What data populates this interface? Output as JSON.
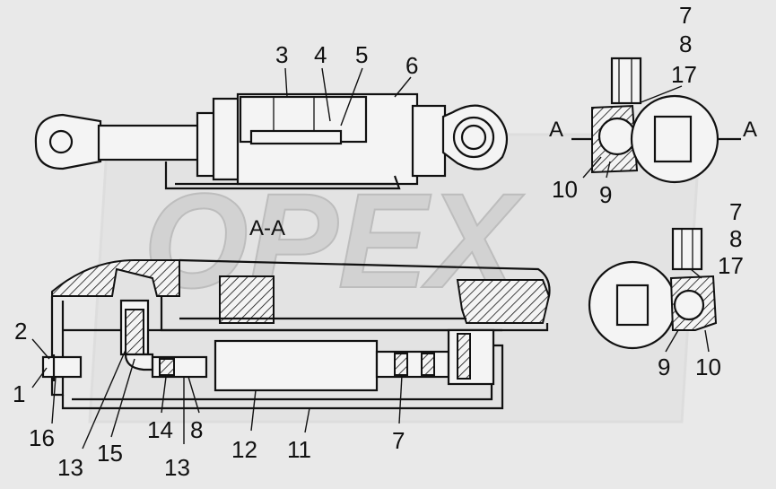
{
  "section_label": "A-A",
  "section_mark": "A",
  "watermark_text": "OPEX",
  "callouts": {
    "top": [
      "3",
      "4",
      "5",
      "6"
    ],
    "detail_top": [
      "7",
      "8",
      "17",
      "10",
      "9"
    ],
    "detail_bottom": [
      "7",
      "8",
      "17",
      "9",
      "10"
    ],
    "section": [
      "2",
      "1",
      "16",
      "13",
      "15",
      "14",
      "13",
      "8",
      "12",
      "11",
      "7"
    ]
  },
  "colors": {
    "ink": "#111111",
    "paper": "#e9e9e9",
    "watermark": "#d6d6d6"
  }
}
